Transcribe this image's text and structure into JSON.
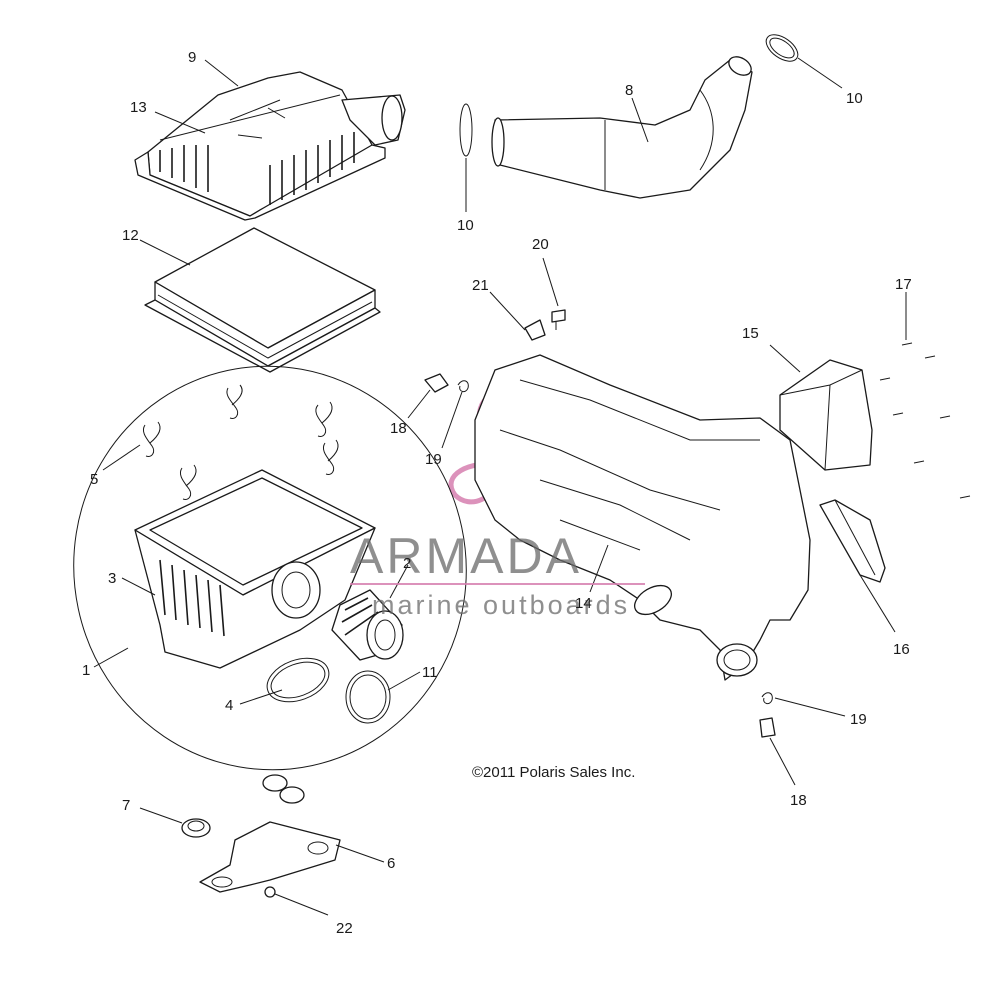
{
  "diagram": {
    "copyright": "©2011 Polaris Sales Inc.",
    "watermark": {
      "brand": "ARMADA",
      "tagline": "marine outboards",
      "accent_color": "#d77fb0"
    },
    "callouts": [
      {
        "label": "9"
      },
      {
        "label": "13"
      },
      {
        "label": "12"
      },
      {
        "label": "5"
      },
      {
        "label": "3"
      },
      {
        "label": "1"
      },
      {
        "label": "4"
      },
      {
        "label": "2"
      },
      {
        "label": "11"
      },
      {
        "label": "18"
      },
      {
        "label": "19"
      },
      {
        "label": "10"
      },
      {
        "label": "8"
      },
      {
        "label": "10"
      },
      {
        "label": "20"
      },
      {
        "label": "21"
      },
      {
        "label": "15"
      },
      {
        "label": "17"
      },
      {
        "label": "14"
      },
      {
        "label": "16"
      },
      {
        "label": "19"
      },
      {
        "label": "18"
      },
      {
        "label": "7"
      },
      {
        "label": "6"
      },
      {
        "label": "22"
      }
    ]
  }
}
